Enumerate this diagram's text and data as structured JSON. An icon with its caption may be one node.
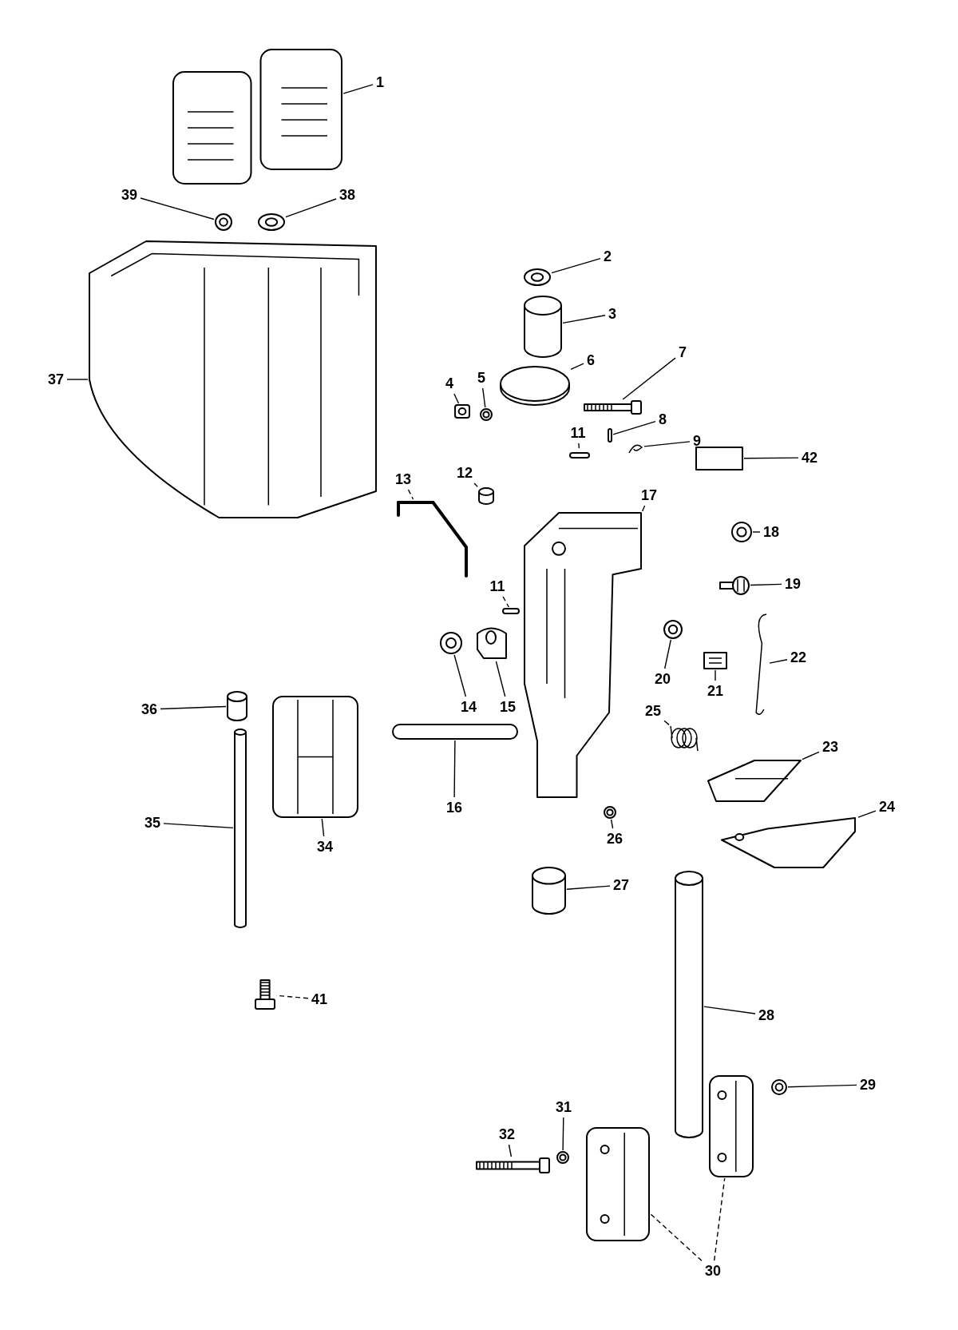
{
  "diagram": {
    "nodes": [
      {
        "text": [
          "1"
        ]
      },
      {
        "text": [],
        "shape": "picture"
      },
      {
        "text": [
          "39"
        ]
      },
      {
        "text": [],
        "shape": "picture"
      },
      {
        "text": [
          "38"
        ]
      },
      {
        "text": [],
        "shape": "picture"
      },
      {
        "text": [
          "37"
        ]
      },
      {
        "text": [],
        "shape": "picture"
      },
      {
        "text": [
          "2"
        ]
      },
      {
        "text": [],
        "shape": "picture"
      },
      {
        "text": [
          "3"
        ]
      },
      {
        "text": [],
        "shape": "cylinder"
      },
      {
        "text": [
          "6"
        ]
      },
      {
        "text": [],
        "shape": "cylinder"
      },
      {
        "text": [
          "7"
        ]
      },
      {
        "text": [],
        "shape": "picture"
      },
      {
        "text": [
          "4"
        ]
      },
      {
        "text": [],
        "shape": "picture"
      },
      {
        "text": [
          "5"
        ]
      },
      {
        "text": [],
        "shape": "picture"
      },
      {
        "text": [
          "8"
        ]
      },
      {
        "text": [],
        "shape": "bar"
      },
      {
        "text": [
          "9"
        ]
      },
      {
        "text": [],
        "shape": "picture"
      },
      {
        "text": [
          "11"
        ]
      },
      {
        "text": [],
        "shape": "bar"
      },
      {
        "text": [
          "12"
        ]
      },
      {
        "text": [],
        "shape": "picture"
      },
      {
        "text": [
          "13"
        ]
      },
      {
        "text": [],
        "shape": "picture"
      },
      {
        "text": [
          "42"
        ]
      },
      {
        "text": [],
        "shape": "box"
      },
      {
        "text": [
          "17"
        ]
      },
      {
        "text": [],
        "shape": "picture"
      },
      {
        "text": [
          "18"
        ]
      },
      {
        "text": [],
        "shape": "picture"
      },
      {
        "text": [
          "19"
        ]
      },
      {
        "text": [],
        "shape": "picture"
      },
      {
        "text": [
          "11"
        ]
      },
      {
        "text": [],
        "shape": "bar"
      },
      {
        "text": [
          "14"
        ]
      },
      {
        "text": [],
        "shape": "picture"
      },
      {
        "text": [
          "15"
        ]
      },
      {
        "text": [],
        "shape": "picture"
      },
      {
        "text": [
          "20"
        ]
      },
      {
        "text": [],
        "shape": "picture"
      },
      {
        "text": [
          "21"
        ]
      },
      {
        "text": [],
        "shape": "picture"
      },
      {
        "text": [
          "22"
        ]
      },
      {
        "text": [],
        "shape": "picture"
      },
      {
        "text": [
          "25"
        ]
      },
      {
        "text": [],
        "shape": "picture"
      },
      {
        "text": [
          "16"
        ]
      },
      {
        "text": [],
        "shape": "bar"
      },
      {
        "text": [
          "26"
        ]
      },
      {
        "text": [],
        "shape": "picture"
      },
      {
        "text": [
          "23"
        ]
      },
      {
        "text": [],
        "shape": "picture"
      },
      {
        "text": [
          "24"
        ]
      },
      {
        "text": [],
        "shape": "picture"
      },
      {
        "text": [
          "36"
        ]
      },
      {
        "text": [],
        "shape": "cylinder"
      },
      {
        "text": [
          "34"
        ]
      },
      {
        "text": [],
        "shape": "picture"
      },
      {
        "text": [
          "35"
        ]
      },
      {
        "text": [],
        "shape": "cylinder"
      },
      {
        "text": [
          "27"
        ]
      },
      {
        "text": [],
        "shape": "cylinder"
      },
      {
        "text": [
          "28"
        ]
      },
      {
        "text": [],
        "shape": "cylinder"
      },
      {
        "text": [
          "41"
        ]
      },
      {
        "text": [],
        "shape": "picture"
      },
      {
        "text": [
          "29"
        ]
      },
      {
        "text": [],
        "shape": "picture"
      },
      {
        "text": [
          "31"
        ]
      },
      {
        "text": [],
        "shape": "picture"
      },
      {
        "text": [
          "32"
        ]
      },
      {
        "text": [],
        "shape": "picture"
      },
      {
        "text": [
          "30"
        ]
      },
      {
        "text": [],
        "shape": "picture"
      },
      {
        "text": [],
        "shape": "picture"
      }
    ],
    "edges": [
      {
        "from": 0,
        "to": 1,
        "arrow": "none"
      },
      {
        "from": 2,
        "to": 3,
        "arrow": "none"
      },
      {
        "from": 4,
        "to": 5,
        "arrow": "none"
      },
      {
        "from": 6,
        "to": 7,
        "arrow": "none"
      },
      {
        "from": 8,
        "to": 9,
        "arrow": "none"
      },
      {
        "from": 10,
        "to": 11,
        "arrow": "none"
      },
      {
        "from": 12,
        "to": 13,
        "arrow": "none"
      },
      {
        "from": 14,
        "to": 15,
        "arrow": "none"
      },
      {
        "from": 16,
        "to": 17,
        "arrow": "none"
      },
      {
        "from": 18,
        "to": 19,
        "arrow": "none"
      },
      {
        "from": 20,
        "to": 21,
        "arrow": "none"
      },
      {
        "from": 22,
        "to": 23,
        "arrow": "none"
      },
      {
        "from": 24,
        "to": 25,
        "arrow": "none",
        "style": "dashed"
      },
      {
        "from": 26,
        "to": 27,
        "arrow": "none",
        "style": "dashed"
      },
      {
        "from": 28,
        "to": 29,
        "arrow": "none",
        "style": "dashed"
      },
      {
        "from": 30,
        "to": 31,
        "arrow": "none"
      },
      {
        "from": 32,
        "to": 33,
        "arrow": "none"
      },
      {
        "from": 34,
        "to": 35,
        "arrow": "none"
      },
      {
        "from": 36,
        "to": 37,
        "arrow": "none"
      },
      {
        "from": 38,
        "to": 39,
        "arrow": "none",
        "style": "dashed"
      },
      {
        "from": 40,
        "to": 41,
        "arrow": "none"
      },
      {
        "from": 42,
        "to": 43,
        "arrow": "none"
      },
      {
        "from": 44,
        "to": 45,
        "arrow": "none"
      },
      {
        "from": 46,
        "to": 47,
        "arrow": "none"
      },
      {
        "from": 48,
        "to": 49,
        "arrow": "none"
      },
      {
        "from": 50,
        "to": 51,
        "arrow": "none"
      },
      {
        "from": 52,
        "to": 53,
        "arrow": "none"
      },
      {
        "from": 54,
        "to": 55,
        "arrow": "none"
      },
      {
        "from": 56,
        "to": 57,
        "arrow": "none"
      },
      {
        "from": 58,
        "to": 59,
        "arrow": "none"
      },
      {
        "from": 60,
        "to": 61,
        "arrow": "none"
      },
      {
        "from": 62,
        "to": 63,
        "arrow": "none"
      },
      {
        "from": 64,
        "to": 65,
        "arrow": "none"
      },
      {
        "from": 66,
        "to": 67,
        "arrow": "none"
      },
      {
        "from": 68,
        "to": 69,
        "arrow": "none"
      },
      {
        "from": 70,
        "to": 71,
        "arrow": "none",
        "style": "dashed"
      },
      {
        "from": 72,
        "to": 73,
        "arrow": "none"
      },
      {
        "from": 74,
        "to": 75,
        "arrow": "none"
      },
      {
        "from": 76,
        "to": 77,
        "arrow": "none"
      },
      {
        "from": 78,
        "to": 79,
        "arrow": "none",
        "style": "dashed"
      },
      {
        "from": 78,
        "to": 80,
        "arrow": "none",
        "style": "dashed"
      }
    ]
  }
}
